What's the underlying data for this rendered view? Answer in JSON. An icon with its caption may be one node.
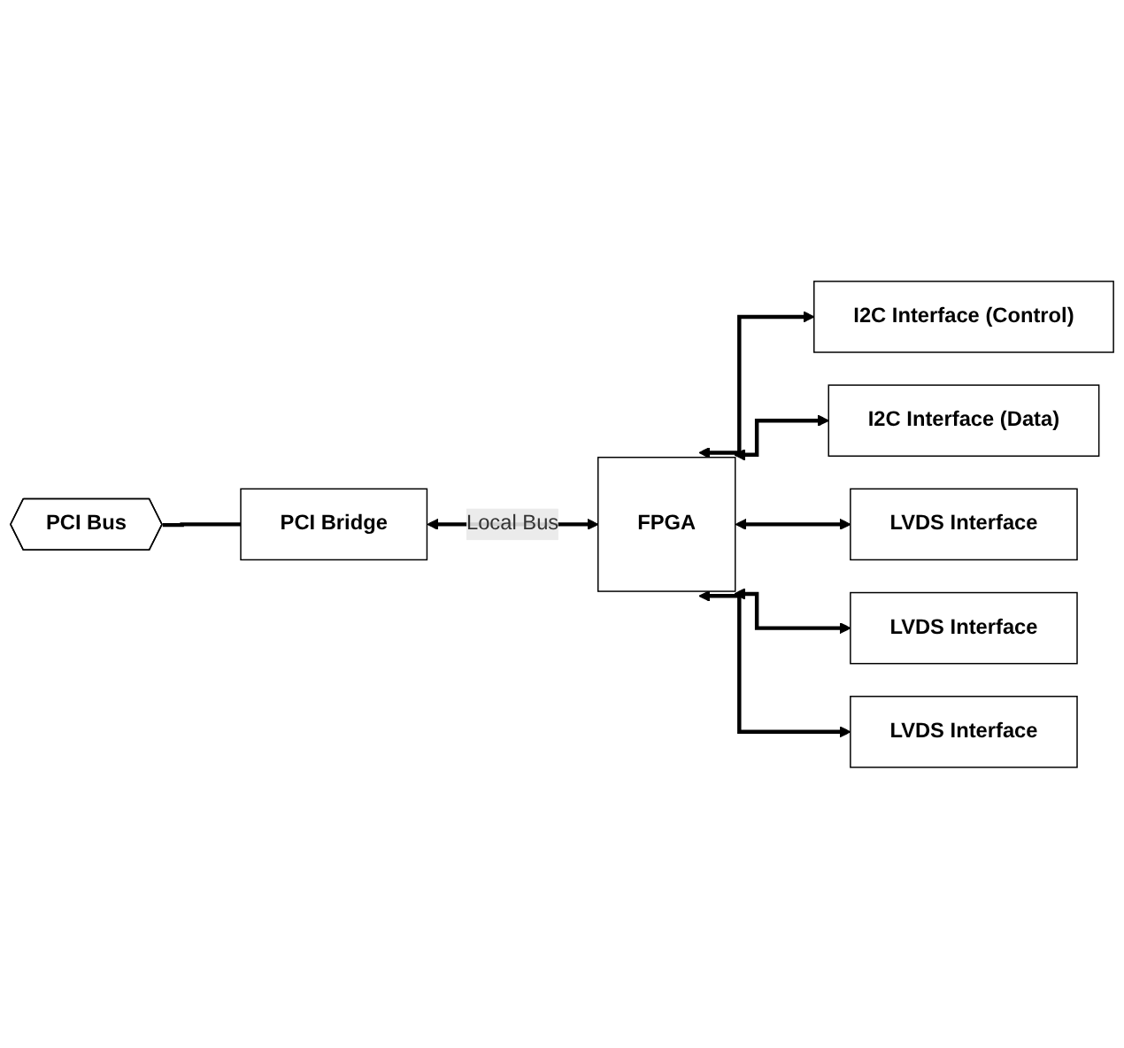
{
  "diagram": {
    "nodes": [
      {
        "text": [
          "PCI Bus"
        ]
      },
      {
        "text": [
          "PCI Bridge"
        ]
      },
      {
        "text": [
          "FPGA"
        ]
      },
      {
        "text": [
          "I2C Interface (Control)"
        ]
      },
      {
        "text": [
          "I2C Interface (Data)"
        ]
      },
      {
        "text": [
          "LVDS Interface"
        ]
      },
      {
        "text": [
          "LVDS Interface"
        ]
      },
      {
        "text": [
          "LVDS Interface"
        ]
      }
    ],
    "edges": [
      {
        "from": 0,
        "to": 1,
        "arrow": "none"
      },
      {
        "from": 1,
        "to": 2,
        "arrow": "both",
        "label": "Local Bus"
      },
      {
        "from": 2,
        "to": 3,
        "arrow": "both"
      },
      {
        "from": 2,
        "to": 4,
        "arrow": "both"
      },
      {
        "from": 2,
        "to": 5,
        "arrow": "both"
      },
      {
        "from": 2,
        "to": 6,
        "arrow": "both"
      },
      {
        "from": 2,
        "to": 7,
        "arrow": "both"
      }
    ]
  }
}
